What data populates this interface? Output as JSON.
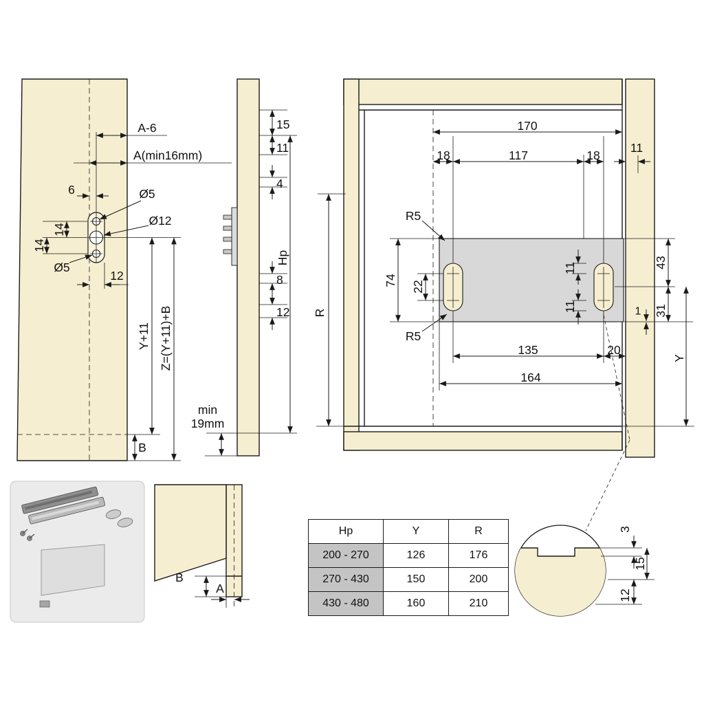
{
  "colors": {
    "wood": "#f6eed0",
    "plate_gray": "#d8d8d8",
    "table_row_header_bg": "#c4c4c4",
    "line": "#1a1a1a",
    "product_box_bg": "#ebebeb"
  },
  "icons": {
    "product_illustration": "drawer-slide-kit"
  },
  "left_view": {
    "a6": "A-6",
    "a_min": "A(min16mm)",
    "offset6": "6",
    "dia5_top": "Ø5",
    "dia12": "Ø12",
    "dia5_bottom": "Ø5",
    "v14_top": "14",
    "v14_bottom": "14",
    "h12": "12",
    "y_plus_11": "Y+11",
    "z_formula": "Z=(Y+11)+B",
    "b": "B"
  },
  "side_view": {
    "d15": "15",
    "d11": "11",
    "d4": "4",
    "hp": "Hp",
    "d8": "8",
    "d12": "12",
    "min_line1": "min",
    "min_line2": "19mm"
  },
  "front_view": {
    "w170": "170",
    "w18_left": "18",
    "w117": "117",
    "w18_right": "18",
    "w11": "11",
    "r5_top": "R5",
    "r5_bottom": "R5",
    "h74": "74",
    "h22": "22",
    "h11_top": "11",
    "h11_bottom": "11",
    "h43": "43",
    "gap1": "1",
    "h31": "31",
    "y": "Y",
    "w135": "135",
    "w20": "20",
    "w164": "164",
    "r": "R"
  },
  "corner_detail": {
    "b": "B",
    "a": "A"
  },
  "notch_detail": {
    "d3": "3",
    "d15": "15",
    "d12": "12"
  },
  "table": {
    "headers": [
      "Hp",
      "Y",
      "R"
    ],
    "rows": [
      [
        "200 - 270",
        "126",
        "176"
      ],
      [
        "270 - 430",
        "150",
        "200"
      ],
      [
        "430 - 480",
        "160",
        "210"
      ]
    ]
  }
}
